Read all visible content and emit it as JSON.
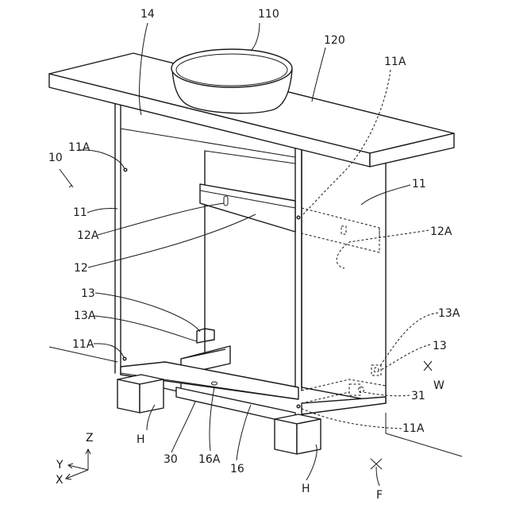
{
  "labels": {
    "l110": "110",
    "l14": "14",
    "l120": "120",
    "l11A_top": "11A",
    "l10": "10",
    "l11A_left_top": "11A",
    "l11_right": "11",
    "l11_left": "11",
    "l12A_left": "12A",
    "l12A_right": "12A",
    "l12": "12",
    "l13_left": "13",
    "l13A_left": "13A",
    "l13A_right": "13A",
    "l11A_left_bottom": "11A",
    "l13_right": "13",
    "lW": "W",
    "l31": "31",
    "l11A_bottom": "11A",
    "lH_left": "H",
    "l30": "30",
    "l16A": "16A",
    "l16": "16",
    "lH_right": "H",
    "lF": "F",
    "axis_z": "Z",
    "axis_y": "Y",
    "axis_x": "X"
  }
}
